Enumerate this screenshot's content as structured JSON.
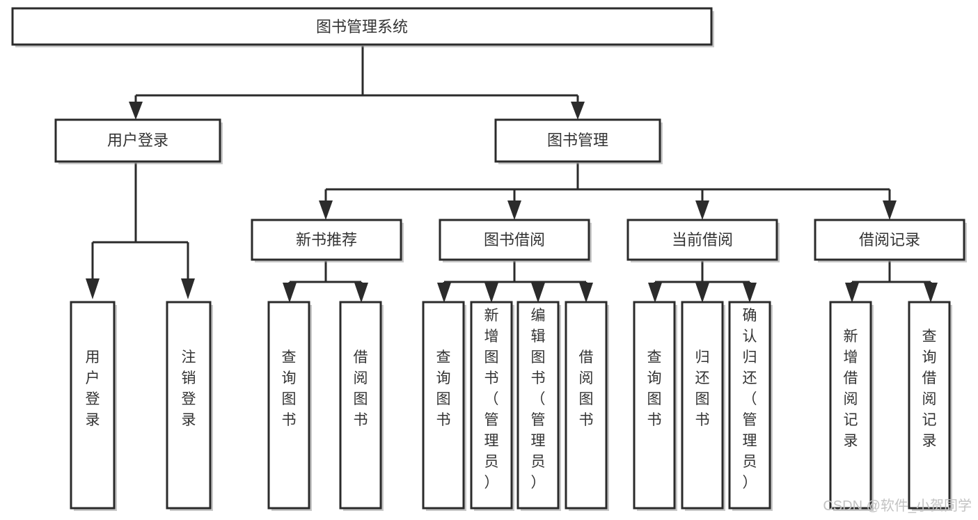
{
  "diagram": {
    "title": "图书管理系统",
    "type": "tree-hierarchy",
    "root": {
      "id": "root",
      "label": "图书管理系统"
    },
    "level2": [
      {
        "id": "user-login",
        "label": "用户登录"
      },
      {
        "id": "book-manage",
        "label": "图书管理"
      }
    ],
    "level3": [
      {
        "id": "new-book-recommend",
        "label": "新书推荐",
        "parent": "book-manage"
      },
      {
        "id": "book-borrow",
        "label": "图书借阅",
        "parent": "book-manage"
      },
      {
        "id": "current-borrow",
        "label": "当前借阅",
        "parent": "book-manage"
      },
      {
        "id": "borrow-record",
        "label": "借阅记录",
        "parent": "book-manage"
      }
    ],
    "leaves": {
      "user-login": [
        {
          "id": "leaf-user-login",
          "label": "用户登录"
        },
        {
          "id": "leaf-logout-login",
          "label": "注销登录"
        }
      ],
      "new-book-recommend": [
        {
          "id": "leaf-query-book-1",
          "label": "查询图书"
        },
        {
          "id": "leaf-borrow-book-1",
          "label": "借阅图书"
        }
      ],
      "book-borrow": [
        {
          "id": "leaf-query-book-2",
          "label": "查询图书"
        },
        {
          "id": "leaf-add-book",
          "label": "新增图书（管理员）"
        },
        {
          "id": "leaf-edit-book",
          "label": "编辑图书（管理员）"
        },
        {
          "id": "leaf-borrow-book-2",
          "label": "借阅图书"
        }
      ],
      "current-borrow": [
        {
          "id": "leaf-query-book-3",
          "label": "查询图书"
        },
        {
          "id": "leaf-return-book",
          "label": "归还图书"
        },
        {
          "id": "leaf-confirm-return",
          "label": "确认归还（管理员）"
        }
      ],
      "borrow-record": [
        {
          "id": "leaf-add-record",
          "label": "新增借阅记录"
        },
        {
          "id": "leaf-query-record",
          "label": "查询借阅记录"
        }
      ]
    },
    "colors": {
      "stroke": "#2b2b2b",
      "fill": "#ffffff",
      "text": "#333333",
      "watermark": "#c3c3c3",
      "shadow": "#9b9b9b"
    }
  },
  "watermark": {
    "text": "CSDN @软件_小贺同学"
  }
}
